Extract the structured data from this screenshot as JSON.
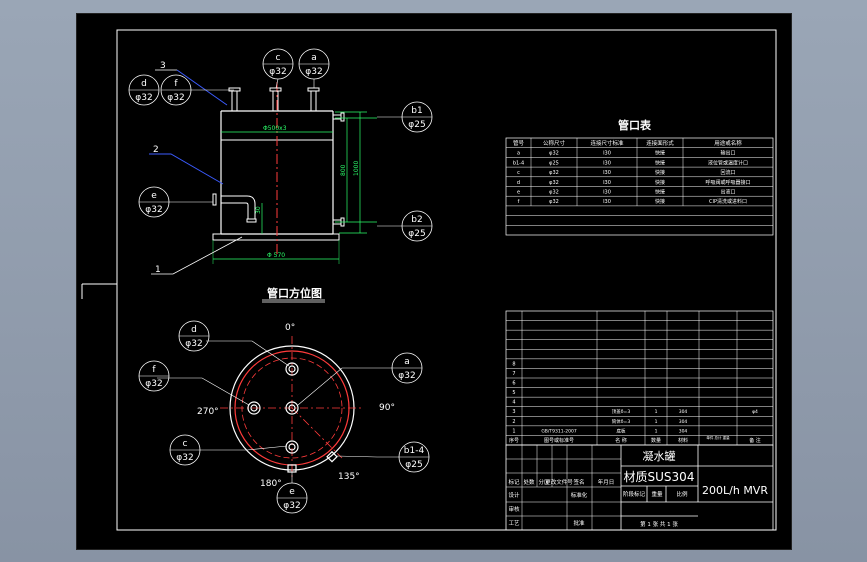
{
  "front_view": {
    "callouts": {
      "d": {
        "letter": "d",
        "size": "φ32"
      },
      "f": {
        "letter": "f",
        "size": "φ32"
      },
      "c": {
        "letter": "c",
        "size": "φ32"
      },
      "a": {
        "letter": "a",
        "size": "φ32"
      },
      "e": {
        "letter": "e",
        "size": "φ32"
      },
      "b1": {
        "letter": "b1",
        "size": "φ25"
      },
      "b2": {
        "letter": "b2",
        "size": "φ25"
      }
    },
    "leaders": [
      "3",
      "2",
      "1"
    ],
    "dims": {
      "inner_dia": "Φ500x3",
      "base_dia": "Φ 570",
      "h_inner": "800",
      "h_outer": "1000",
      "h_low": "30"
    }
  },
  "plan_view": {
    "title": "管口方位图",
    "angles": {
      "a0": "0°",
      "a90": "90°",
      "a180": "180°",
      "a270": "270°",
      "a135": "135°"
    },
    "callouts": {
      "d": {
        "letter": "d",
        "size": "φ32"
      },
      "a": {
        "letter": "a",
        "size": "φ32"
      },
      "f": {
        "letter": "f",
        "size": "φ32"
      },
      "c": {
        "letter": "c",
        "size": "φ32"
      },
      "b": {
        "letter": "b1-4",
        "size": "φ25"
      },
      "e": {
        "letter": "e",
        "size": "φ32"
      }
    }
  },
  "nozzle_table": {
    "title": "管口表",
    "headers": [
      "管号",
      "公称尺寸",
      "连接尺寸标准",
      "连接面形式",
      "用途或名称"
    ],
    "rows": [
      [
        "a",
        "φ32",
        "I30",
        "快接",
        "输出口"
      ],
      [
        "b1-4",
        "φ25",
        "I30",
        "快接",
        "液位管或温度计口"
      ],
      [
        "c",
        "φ32",
        "I30",
        "快接",
        "回流口"
      ],
      [
        "d",
        "φ32",
        "I30",
        "快接",
        "呼吸阀或呼吸器接口"
      ],
      [
        "e",
        "φ32",
        "I30",
        "快接",
        "出液口"
      ],
      [
        "f",
        "φ32",
        "I30",
        "快接",
        "CIP清洗或进料口"
      ]
    ]
  },
  "bom": {
    "rows": [
      {
        "no": "8"
      },
      {
        "no": "7"
      },
      {
        "no": "6"
      },
      {
        "no": "5"
      },
      {
        "no": "4"
      },
      {
        "no": "3",
        "code": "",
        "name": "顶盖δ=3",
        "qty": "1",
        "mat": "304",
        "note": "φ4"
      },
      {
        "no": "2",
        "code": "",
        "name": "筒体δ=3",
        "qty": "1",
        "mat": "304",
        "note": ""
      },
      {
        "no": "1",
        "code": "GB/T9311-2007",
        "name": "底板",
        "qty": "1",
        "mat": "304",
        "note": ""
      }
    ],
    "headers": [
      "序号",
      "图号或标准号",
      "名 称",
      "数量",
      "材料",
      "备 注"
    ],
    "headers_note_sub": "单件 总计 重量"
  },
  "title_block": {
    "part_name": "凝水罐",
    "material": "材质SUS304",
    "project": "200L/h MVR",
    "rev_labels": [
      "标记",
      "处数",
      "分区",
      "更改文件号",
      "签名",
      "年月日"
    ],
    "role_labels": [
      "设计",
      "审核",
      "工艺"
    ],
    "std_label": "标准化",
    "approve_label": "批准",
    "stage_labels": [
      "阶段标记",
      "重量",
      "比例"
    ],
    "sheet_info": "第 1 张   共 1 张"
  }
}
